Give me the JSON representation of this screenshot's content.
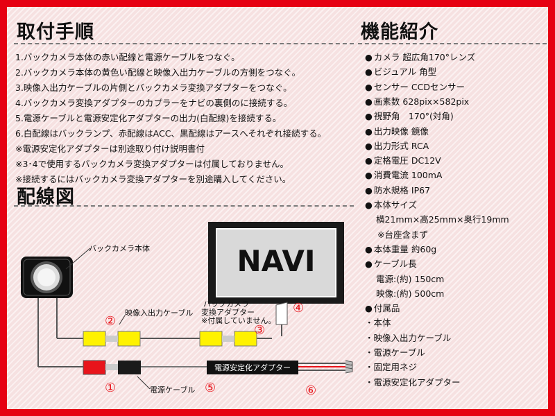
{
  "procedure": {
    "title": "取付手順",
    "steps": [
      "1.バックカメラ本体の赤い配線と電源ケーブルをつなぐ。",
      "2.バックカメラ本体の黄色い配線と映像入出力ケーブルの方側をつなぐ。",
      "3.映像入出力ケーブルの片側とバックカメラ変換アダプターをつなぐ。",
      "4.バックカメラ変換アダプターのカプラーをナビの裏側のに接続する。",
      "5.電源ケーブルと電源安定化アダプターの出力(白配線)を接続する。",
      "6.白配線はバックランプ、赤配線はACC、黒配線はアースへそれぞれ接続する。"
    ],
    "notes": [
      "※電源安定化アダプターは別途取り付け説明書付",
      "※3･4で使用するバックカメラ変換アダプターは付属しておりません。",
      "※接続するにはバックカメラ変換アダプターを別途購入してください。"
    ]
  },
  "wiring": {
    "title": "配線図",
    "navi_label": "NAVI",
    "camera_label": "バックカメラ本体",
    "video_cable_label": "映像入出力ケーブル",
    "adapter_label": [
      "バックカメラ",
      "変換アダプター",
      "※付属していません。"
    ],
    "power_cable_label": "電源ケーブル",
    "stabilizer_label": "電源安定化アダプター",
    "markers": [
      "①",
      "②",
      "③",
      "④",
      "⑤",
      "⑥"
    ],
    "colors": {
      "red_connector": "#e8141b",
      "yellow_connector": "#fff200",
      "black_connector": "#1a1a1a"
    }
  },
  "features": {
    "title": "機能紹介",
    "items": [
      {
        "text": "カメラ 超広角170°レンズ",
        "style": "bullet"
      },
      {
        "text": "ビジュアル 角型",
        "style": "bullet"
      },
      {
        "text": "センサー CCDセンサー",
        "style": "bullet"
      },
      {
        "text": "画素数 628pix×582pix",
        "style": "bullet"
      },
      {
        "text": "視野角　170°(対角)",
        "style": "bullet"
      },
      {
        "text": "出力映像 鏡像",
        "style": "bullet"
      },
      {
        "text": "出力形式 RCA",
        "style": "bullet"
      },
      {
        "text": "定格電圧 DC12V",
        "style": "bullet"
      },
      {
        "text": "消費電流 100mA",
        "style": "bullet"
      },
      {
        "text": "防水規格 IP67",
        "style": "bullet"
      },
      {
        "text": "本体サイズ",
        "style": "bullet"
      },
      {
        "text": "横21mm×高25mm×奥行19mm",
        "style": "indent"
      },
      {
        "text": "※台座含まず",
        "style": "indent2"
      },
      {
        "text": "本体重量 約60g",
        "style": "bullet"
      },
      {
        "text": "ケーブル長",
        "style": "bullet"
      },
      {
        "text": "電源:(約) 150cm",
        "style": "indent"
      },
      {
        "text": "映像:(約) 500cm",
        "style": "indent"
      },
      {
        "text": "付属品",
        "style": "bullet"
      },
      {
        "text": "本体",
        "style": "dot"
      },
      {
        "text": "映像入出力ケーブル",
        "style": "dot"
      },
      {
        "text": "電源ケーブル",
        "style": "dot"
      },
      {
        "text": "固定用ネジ",
        "style": "dot"
      },
      {
        "text": "電源安定化アダプター",
        "style": "dot"
      }
    ]
  }
}
